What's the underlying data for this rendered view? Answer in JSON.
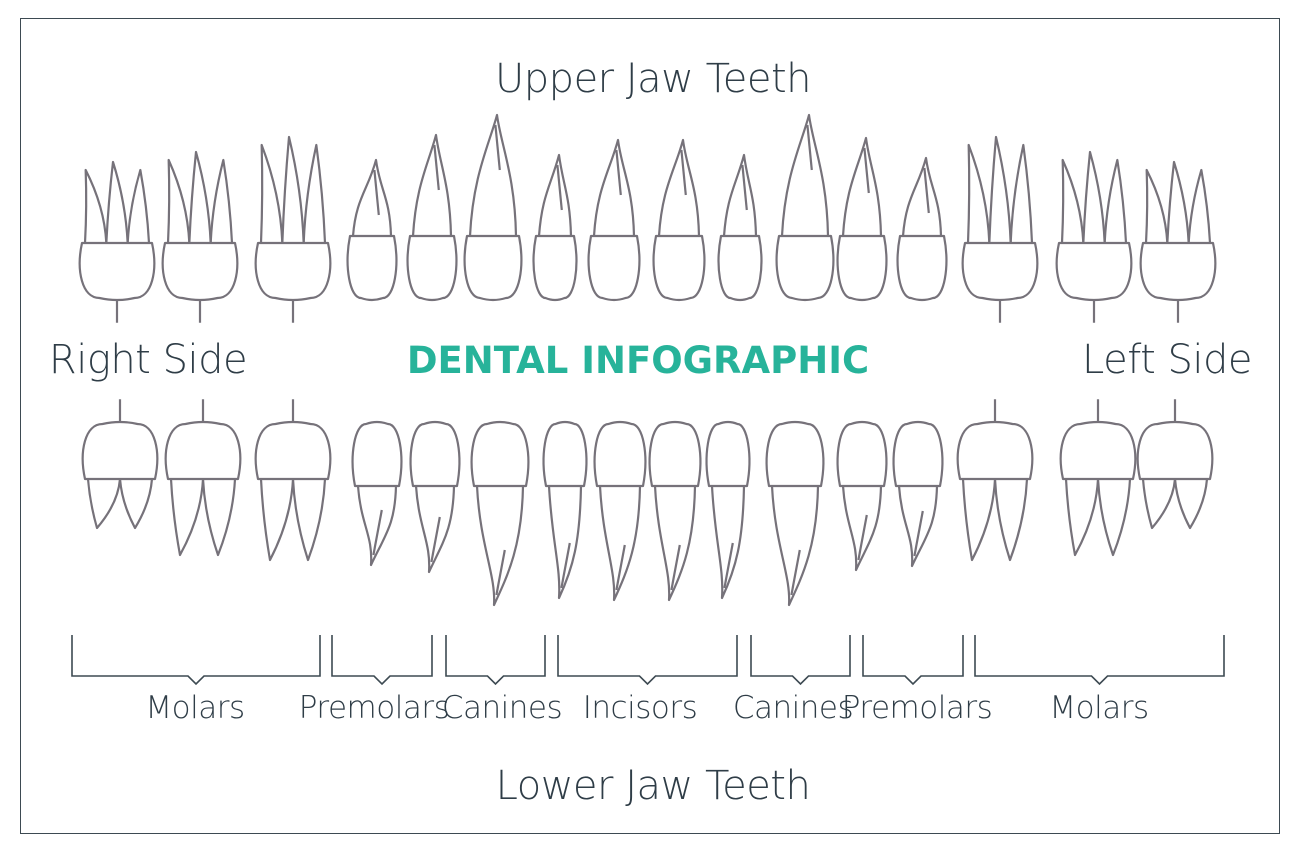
{
  "titles": {
    "upper_jaw": "Upper Jaw Teeth",
    "lower_jaw": "Lower Jaw Teeth",
    "main": "DENTAL INFOGRAPHIC",
    "right_side": "Right Side",
    "left_side": "Left Side"
  },
  "groups": [
    "Molars",
    "Premolars",
    "Canines",
    "Incisors",
    "Canines",
    "Premolars",
    "Molars"
  ],
  "upper_teeth": [
    "molar",
    "molar",
    "molar",
    "premolar",
    "premolar",
    "canine",
    "incisor",
    "incisor",
    "incisor",
    "incisor",
    "canine",
    "premolar",
    "premolar",
    "molar",
    "molar",
    "molar"
  ],
  "lower_teeth": [
    "molar",
    "molar",
    "molar",
    "premolar",
    "premolar",
    "canine",
    "incisor",
    "incisor",
    "incisor",
    "incisor",
    "canine",
    "premolar",
    "premolar",
    "molar",
    "molar",
    "molar"
  ],
  "colors": {
    "accent": "#27b39a",
    "text": "#2f3d47",
    "tooth_stroke": "#76727a",
    "frame": "#3d4a52"
  }
}
